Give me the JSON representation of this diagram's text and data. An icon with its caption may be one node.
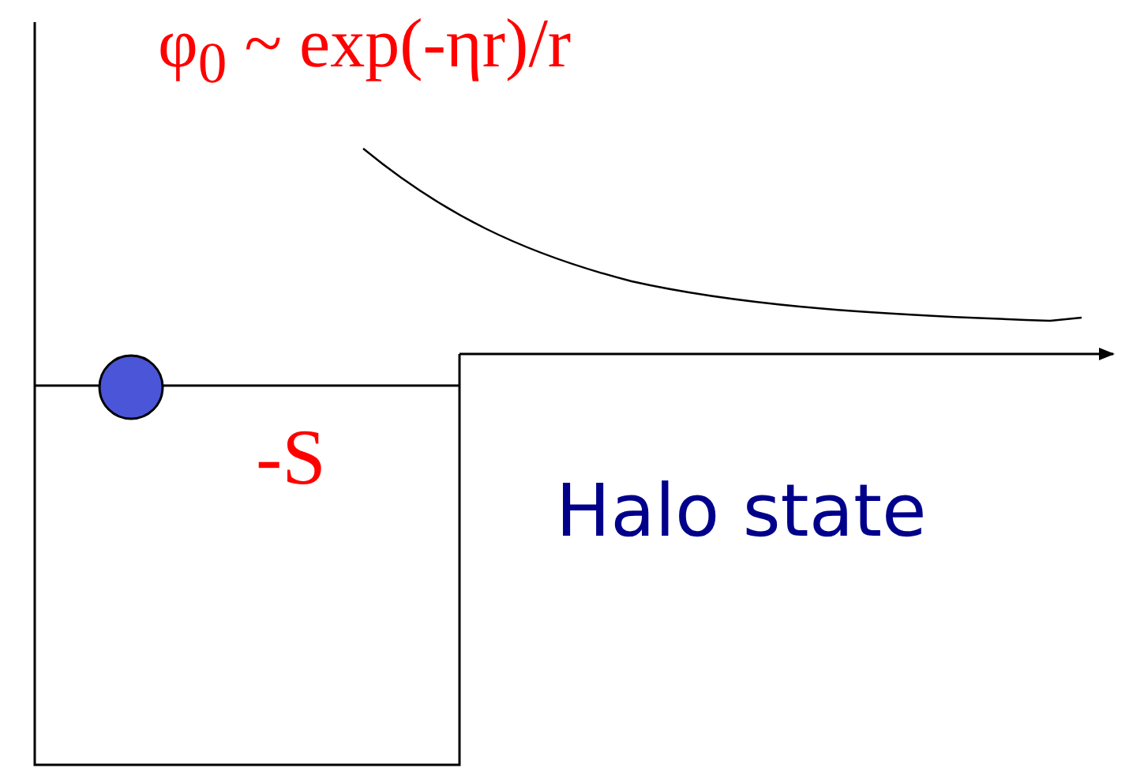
{
  "diagram": {
    "labels": [
      "φ$_{0}$ ~ exp(-ηr)/r",
      "-S",
      "Halo state"
    ]
  }
}
